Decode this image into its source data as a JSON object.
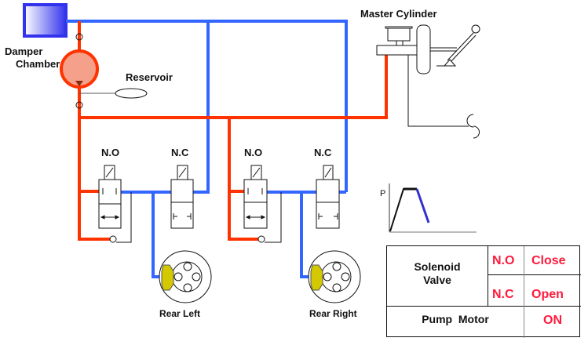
{
  "labels": {
    "damper_chamber": [
      "Damper",
      "Chamber"
    ],
    "reservoir": "Reservoir",
    "master_cylinder": "Master Cylinder",
    "valve_no_left": "N.O",
    "valve_nc_left": "N.C",
    "valve_no_right": "N.O",
    "valve_nc_right": "N.C",
    "rear_left": "Rear Left",
    "rear_right": "Rear Right",
    "graph_axis_p": "P"
  },
  "status_table": {
    "solenoid_label": [
      "Solenoid",
      "Valve"
    ],
    "rows": [
      {
        "valve": "N.O",
        "state": "Close"
      },
      {
        "valve": "N.C",
        "state": "Open"
      }
    ],
    "pump_label": "Pump  Motor",
    "pump_state": "ON"
  },
  "colors": {
    "high_pressure": "#ff3300",
    "low_pressure": "#3366ff",
    "pump_fill": "#f4a08a",
    "caliper": "#d4c800",
    "state_text": "#ff1a3c",
    "graph_release": "#3333cc"
  }
}
